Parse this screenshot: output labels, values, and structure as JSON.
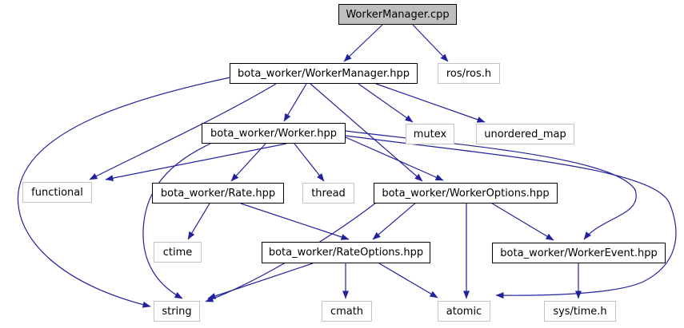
{
  "diagram": {
    "kind": "include-dependency-graph",
    "colors": {
      "edge": "#22229c",
      "root_fill": "#bfbfbf",
      "documented_border": "#000000",
      "external_border": "#c4c4c4",
      "background": "#ffffff"
    },
    "nodes": [
      {
        "id": "workermanager_cpp",
        "label": "WorkerManager.cpp",
        "type": "root"
      },
      {
        "id": "workermanager_hpp",
        "label": "bota_worker/WorkerManager.hpp",
        "type": "documented"
      },
      {
        "id": "ros_h",
        "label": "ros/ros.h",
        "type": "external"
      },
      {
        "id": "worker_hpp",
        "label": "bota_worker/Worker.hpp",
        "type": "documented"
      },
      {
        "id": "mutex",
        "label": "mutex",
        "type": "external"
      },
      {
        "id": "unordered_map",
        "label": "unordered_map",
        "type": "external"
      },
      {
        "id": "functional",
        "label": "functional",
        "type": "external"
      },
      {
        "id": "rate_hpp",
        "label": "bota_worker/Rate.hpp",
        "type": "documented"
      },
      {
        "id": "thread",
        "label": "thread",
        "type": "external"
      },
      {
        "id": "workeroptions_hpp",
        "label": "bota_worker/WorkerOptions.hpp",
        "type": "documented"
      },
      {
        "id": "ctime",
        "label": "ctime",
        "type": "external"
      },
      {
        "id": "rateoptions_hpp",
        "label": "bota_worker/RateOptions.hpp",
        "type": "documented"
      },
      {
        "id": "workerevent_hpp",
        "label": "bota_worker/WorkerEvent.hpp",
        "type": "documented"
      },
      {
        "id": "string",
        "label": "string",
        "type": "external"
      },
      {
        "id": "cmath",
        "label": "cmath",
        "type": "external"
      },
      {
        "id": "atomic",
        "label": "atomic",
        "type": "external"
      },
      {
        "id": "sys_time_h",
        "label": "sys/time.h",
        "type": "external"
      }
    ],
    "edges": [
      {
        "from": "workermanager_cpp",
        "to": "workermanager_hpp"
      },
      {
        "from": "workermanager_cpp",
        "to": "ros_h"
      },
      {
        "from": "workermanager_hpp",
        "to": "worker_hpp"
      },
      {
        "from": "workermanager_hpp",
        "to": "mutex"
      },
      {
        "from": "workermanager_hpp",
        "to": "unordered_map"
      },
      {
        "from": "workermanager_hpp",
        "to": "functional"
      },
      {
        "from": "workermanager_hpp",
        "to": "workeroptions_hpp"
      },
      {
        "from": "workermanager_hpp",
        "to": "string"
      },
      {
        "from": "worker_hpp",
        "to": "rate_hpp"
      },
      {
        "from": "worker_hpp",
        "to": "thread"
      },
      {
        "from": "worker_hpp",
        "to": "workeroptions_hpp"
      },
      {
        "from": "worker_hpp",
        "to": "functional"
      },
      {
        "from": "worker_hpp",
        "to": "string"
      },
      {
        "from": "worker_hpp",
        "to": "workerevent_hpp"
      },
      {
        "from": "worker_hpp",
        "to": "atomic"
      },
      {
        "from": "rate_hpp",
        "to": "ctime"
      },
      {
        "from": "rate_hpp",
        "to": "rateoptions_hpp"
      },
      {
        "from": "workeroptions_hpp",
        "to": "rateoptions_hpp"
      },
      {
        "from": "workeroptions_hpp",
        "to": "workerevent_hpp"
      },
      {
        "from": "workeroptions_hpp",
        "to": "atomic"
      },
      {
        "from": "workeroptions_hpp",
        "to": "string"
      },
      {
        "from": "rateoptions_hpp",
        "to": "string"
      },
      {
        "from": "rateoptions_hpp",
        "to": "cmath"
      },
      {
        "from": "rateoptions_hpp",
        "to": "atomic"
      },
      {
        "from": "workerevent_hpp",
        "to": "sys_time_h"
      }
    ]
  }
}
